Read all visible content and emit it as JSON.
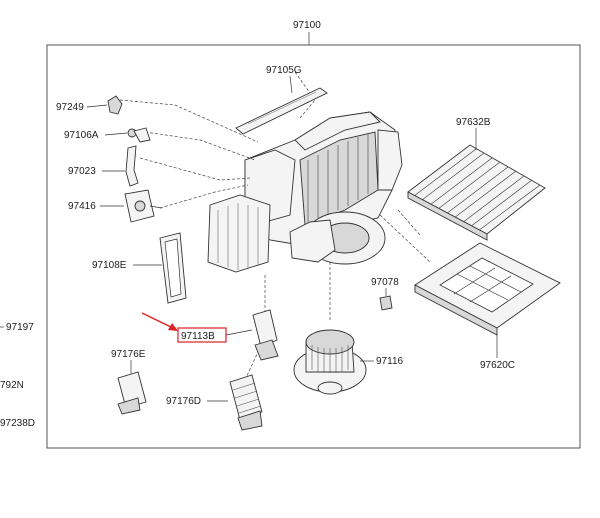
{
  "diagram": {
    "assembly_label": "97100",
    "parts": [
      {
        "id": "97105G",
        "label": "97105G"
      },
      {
        "id": "97249",
        "label": "97249"
      },
      {
        "id": "97106A",
        "label": "97106A"
      },
      {
        "id": "97023",
        "label": "97023"
      },
      {
        "id": "97416",
        "label": "97416"
      },
      {
        "id": "97108E",
        "label": "97108E"
      },
      {
        "id": "97113B",
        "label": "97113B"
      },
      {
        "id": "97176E",
        "label": "97176E"
      },
      {
        "id": "97176D",
        "label": "97176D"
      },
      {
        "id": "97632B",
        "label": "97632B"
      },
      {
        "id": "97078",
        "label": "97078"
      },
      {
        "id": "97116",
        "label": "97116"
      },
      {
        "id": "97620C",
        "label": "97620C"
      }
    ],
    "outside_labels": [
      "97197",
      "792N",
      "97238D"
    ],
    "highlighted_part": "97113B",
    "highlight_color": "#e02020",
    "line_color": "#333333"
  }
}
